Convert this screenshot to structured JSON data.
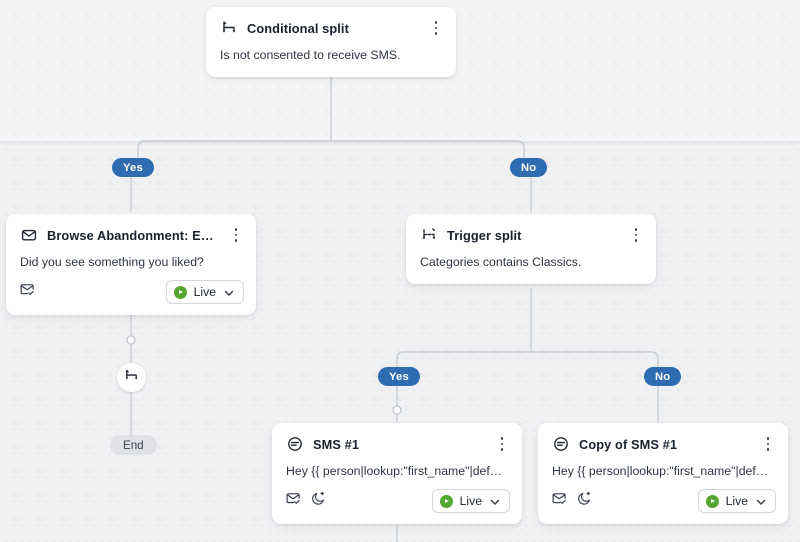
{
  "canvas": {
    "background_color": "#f0f1f3",
    "dot_color": "#dcdee2",
    "connector_color": "#c9ccd1"
  },
  "theme": {
    "branch_pill_color": "#2f6bb0",
    "end_pill_color": "#dfe1e5",
    "live_green": "#55a630",
    "card_background": "#ffffff",
    "title_color": "#19212e"
  },
  "nodes": {
    "conditional_split": {
      "icon": "split-icon",
      "title": "Conditional split",
      "body": "Is not consented to receive SMS."
    },
    "browse_abandonment_email": {
      "icon": "envelope-icon",
      "title": "Browse Abandonment: Email...",
      "body": "Did you see something you liked?",
      "footer_icons": [
        "envelope-check-icon"
      ],
      "status": "Live"
    },
    "trigger_split": {
      "icon": "trigger-split-icon",
      "title": "Trigger split",
      "body": "Categories contains Classics."
    },
    "sms_1": {
      "icon": "sms-bubble-icon",
      "title": "SMS #1",
      "body": "Hey {{ person|lookup:\"first_name\"|defaul...",
      "footer_icons": [
        "envelope-check-icon",
        "quiet-hours-moon-icon"
      ],
      "status": "Live"
    },
    "copy_of_sms_1": {
      "icon": "sms-bubble-icon",
      "title": "Copy of SMS #1",
      "body": "Hey {{ person|lookup:\"first_name\"|defaul...",
      "footer_icons": [
        "envelope-check-icon",
        "quiet-hours-moon-icon"
      ],
      "status": "Live"
    },
    "split_node": {
      "icon": "split-icon"
    },
    "end_node": {
      "label": "End"
    }
  },
  "branches": {
    "conditional_yes": "Yes",
    "conditional_no": "No",
    "trigger_yes": "Yes",
    "trigger_no": "No"
  },
  "status_control": {
    "label": "Live",
    "chevron": "chevron-down-icon"
  },
  "menu": {
    "icon": "kebab-menu-icon"
  }
}
